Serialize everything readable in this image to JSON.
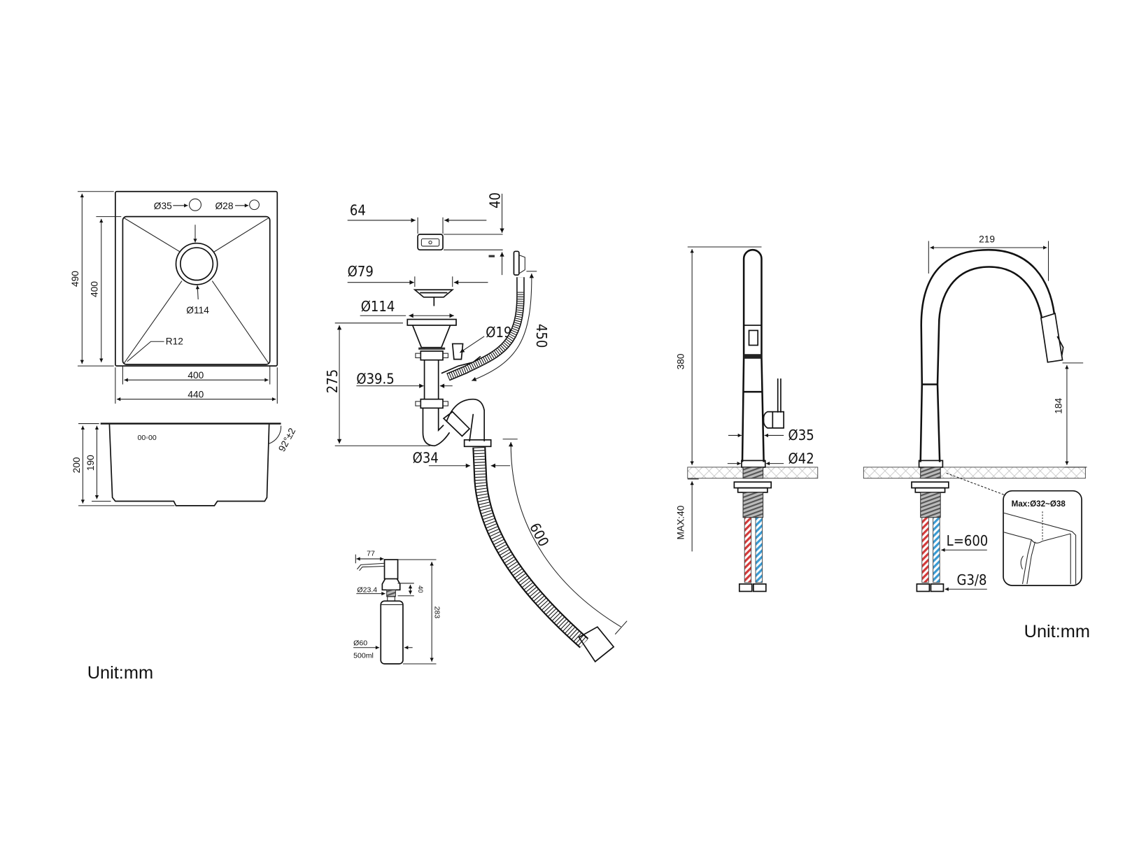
{
  "sink": {
    "hole_1": "Ø35",
    "hole_2": "Ø28",
    "drain_dia": "Ø114",
    "corner_radius": "R12",
    "outer_height": "490",
    "inner_height": "400",
    "inner_width": "400",
    "outer_width": "440",
    "depth_outer": "200",
    "depth_inner": "190",
    "side_angle": "92°±2",
    "overflow_mark": "00◦00",
    "unit": "Unit:mm"
  },
  "drain": {
    "overflow_width": "64",
    "overflow_height": "40",
    "strainer_dia": "Ø79",
    "flange_dia": "Ø114",
    "height": "275",
    "pipe_dia": "Ø39.5",
    "branch_dia": "Ø19",
    "overflow_hose": "450",
    "outlet_dia": "Ø34",
    "outlet_hose": "600"
  },
  "soap": {
    "spout": "77",
    "thread_dia": "Ø23.4",
    "thread_len": "40",
    "height": "283",
    "bottle_dia": "Ø60",
    "volume": "500ml"
  },
  "faucet_side": {
    "height": "380",
    "body_dia": "Ø35",
    "base_dia": "Ø42",
    "max_thickness": "MAX:40"
  },
  "faucet_front": {
    "reach": "219",
    "spout_height": "184",
    "hose_length": "L=600",
    "thread": "G3/8",
    "hole_range": "Max:Ø32~Ø38",
    "unit": "Unit:mm"
  },
  "colors": {
    "hot_hose": "#d23a3a",
    "cold_hose": "#3a9ad2",
    "line": "#111111"
  }
}
